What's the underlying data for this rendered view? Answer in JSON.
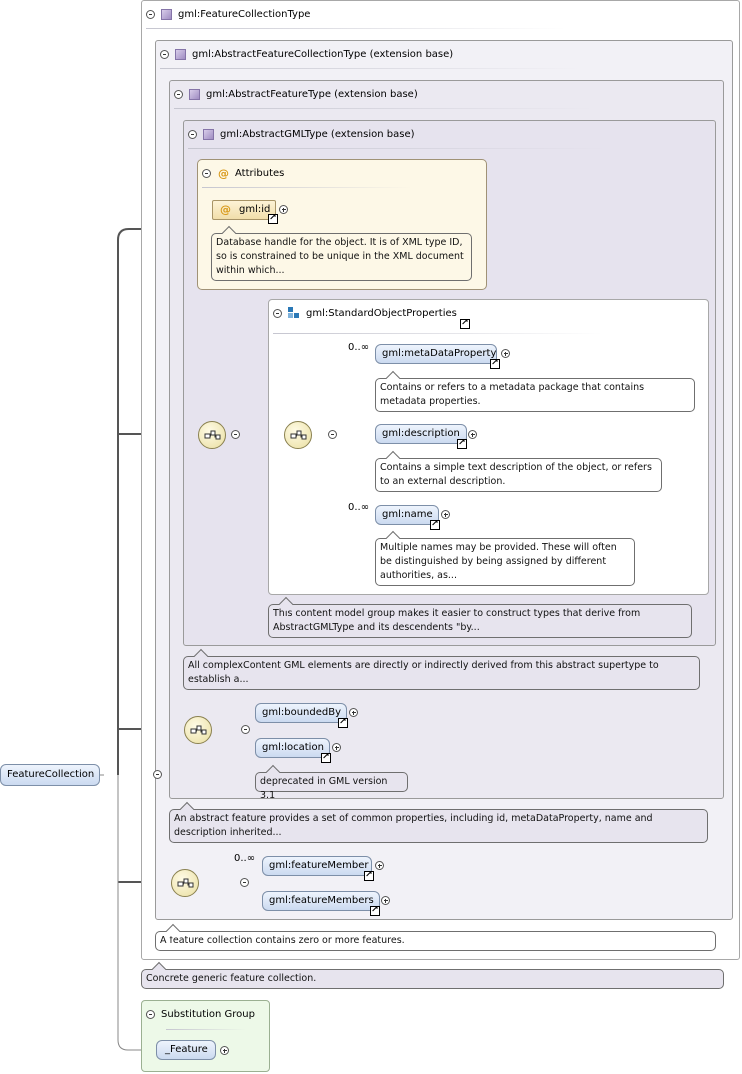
{
  "root": {
    "name": "FeatureCollection"
  },
  "types": {
    "feature_collection_type": "gml:FeatureCollectionType",
    "abstract_feature_collection_type": "gml:AbstractFeatureCollectionType (extension base)",
    "abstract_feature_type": "gml:AbstractFeatureType (extension base)",
    "abstract_gml_type": "gml:AbstractGMLType (extension base)"
  },
  "attributes": {
    "title": "Attributes",
    "id_name": "gml:id",
    "id_doc": "Database handle for the object. It is of XML type ID, so is constrained to be unique in the XML document within which..."
  },
  "sop": {
    "title": "gml:StandardObjectProperties",
    "elements": [
      {
        "name": "gml:metaDataProperty",
        "occ": "0..∞",
        "doc": "Contains or refers to a metadata package that contains metadata properties."
      },
      {
        "name": "gml:description",
        "occ": "",
        "doc": "Contains a simple text description of the object, or refers to an external description."
      },
      {
        "name": "gml:name",
        "occ": "0..∞",
        "doc": "Multiple names may be provided. These will often be distinguished by being assigned by different authorities, as..."
      }
    ],
    "doc": "This content model group makes it easier to construct types that derive from AbstractGMLType and its descendents \"by..."
  },
  "abstract_gml_doc": "All complexContent GML elements are directly or indirectly derived from this abstract supertype to establish a...",
  "feature_seq": {
    "bounded_by": "gml:boundedBy",
    "location": "gml:location",
    "location_doc": "deprecated in GML version 3.1"
  },
  "abstract_feature_doc": "An abstract feature provides a set of common properties, including id, metaDataProperty, name and description inherited...",
  "member_seq": {
    "feature_member": "gml:featureMember",
    "feature_member_occ": "0..∞",
    "feature_members": "gml:featureMembers"
  },
  "feature_collection_doc": "A feature collection contains zero or more features.",
  "type_doc": "Concrete generic feature collection.",
  "substitution": {
    "title": "Substitution Group",
    "name": "_Feature"
  }
}
